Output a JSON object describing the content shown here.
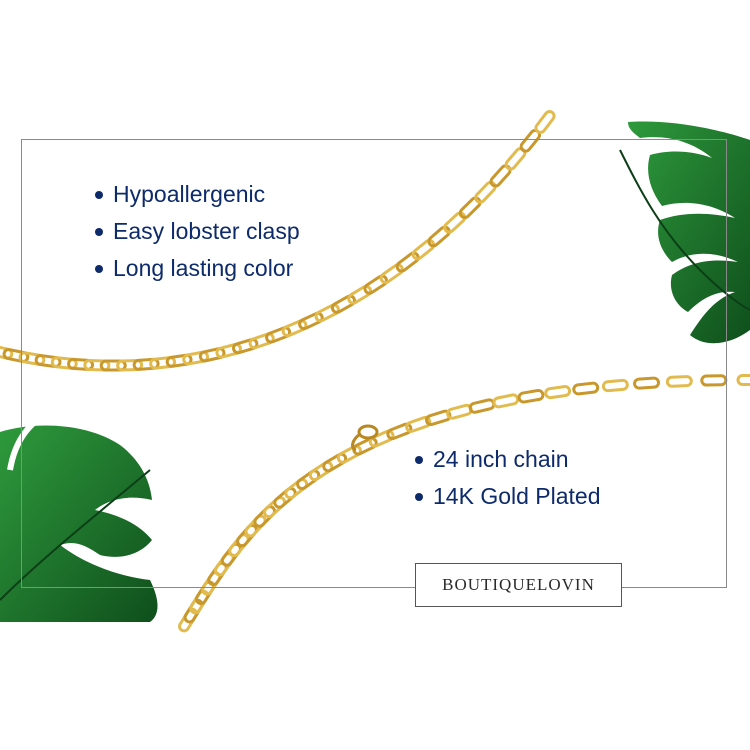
{
  "features_top": [
    "Hypoallergenic",
    "Easy lobster clasp",
    "Long lasting color"
  ],
  "features_bottom": [
    "24 inch chain",
    "14K Gold Plated"
  ],
  "brand_logo": "BOUTIQUELOVIN",
  "colors": {
    "text": "#0d2a6b",
    "gold": "#d4a93a",
    "gold_dark": "#a67c1c",
    "leaf": "#1f7a2e",
    "leaf_dark": "#0f4f1c",
    "frame": "#8a8a8a"
  },
  "icons": [
    "monstera-leaf",
    "gold-chain",
    "lobster-clasp"
  ]
}
